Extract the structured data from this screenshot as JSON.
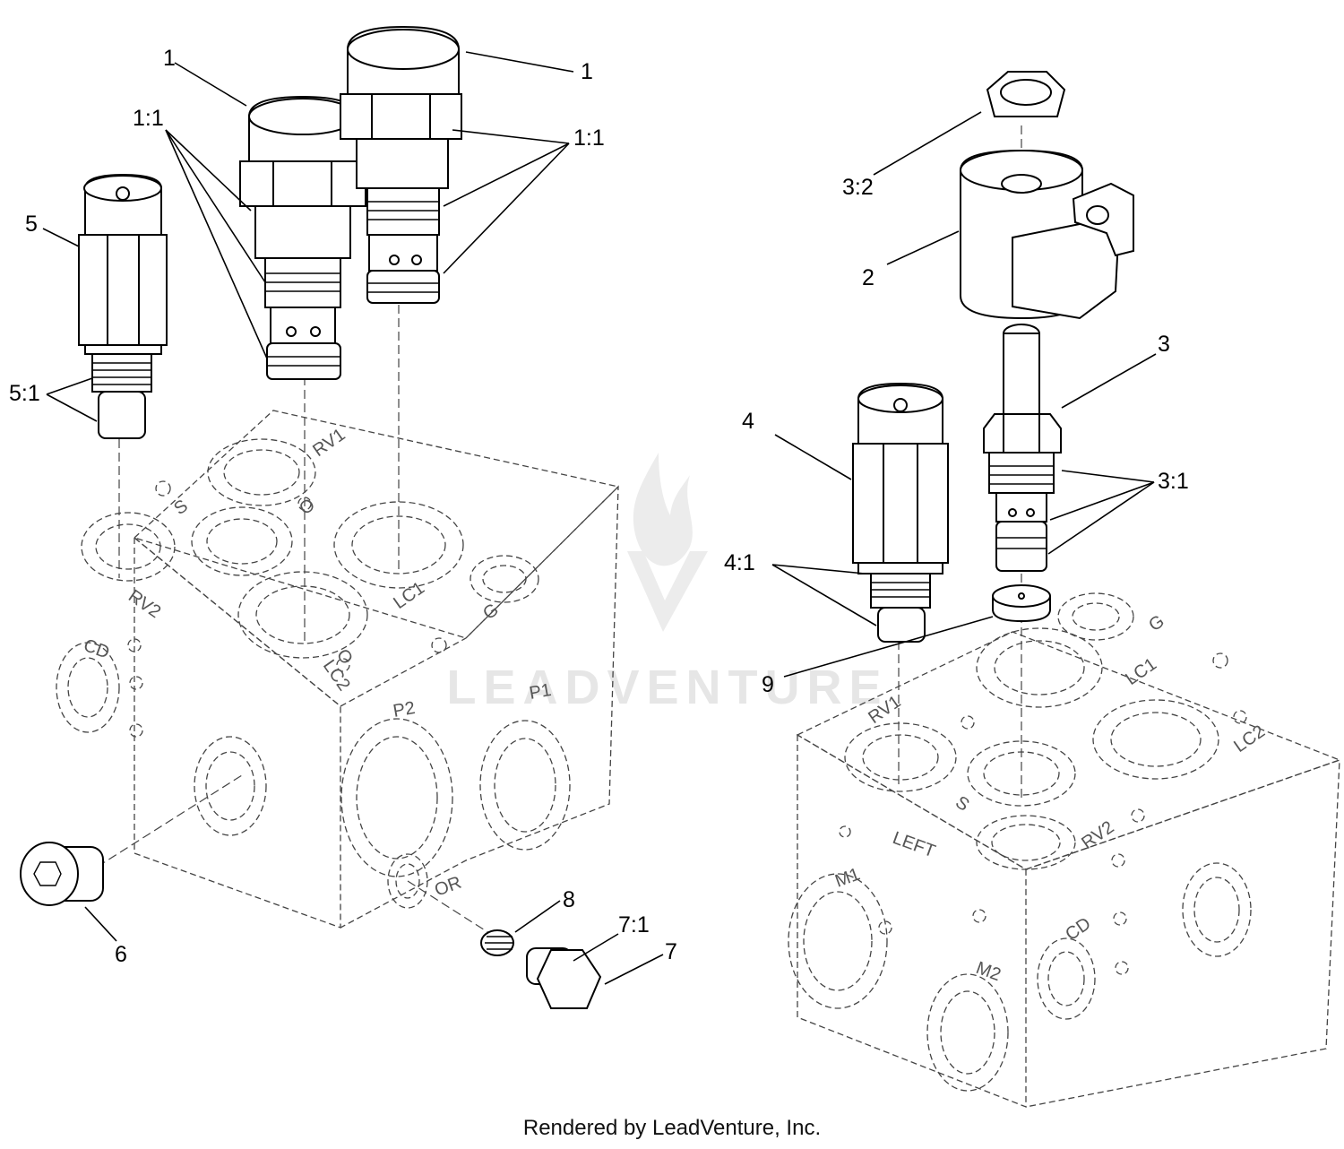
{
  "watermark": {
    "text": "LEADVENTURE"
  },
  "footer": {
    "text": "Rendered by LeadVenture, Inc."
  },
  "callouts": {
    "c1a": "1",
    "c1b": "1",
    "c11a": "1:1",
    "c11b": "1:1",
    "c2": "2",
    "c3": "3",
    "c31": "3:1",
    "c32": "3:2",
    "c4": "4",
    "c41": "4:1",
    "c5": "5",
    "c51": "5:1",
    "c6": "6",
    "c7": "7",
    "c71": "7:1",
    "c8": "8",
    "c9": "9"
  },
  "ports_left": {
    "rv1": "RV1",
    "s": "S",
    "o1": "O",
    "rv2": "RV2",
    "lc1": "LC1",
    "g": "G",
    "cd": "CD",
    "lc2": "LC2",
    "o2": "O",
    "p2": "P2",
    "p1": "P1",
    "or": "OR"
  },
  "ports_right": {
    "g": "G",
    "lc1": "LC1",
    "rv1": "RV1",
    "lc2": "LC2",
    "s": "S",
    "rv2": "RV2",
    "left": "LEFT",
    "m1": "M1",
    "cd": "CD",
    "m2": "M2"
  }
}
